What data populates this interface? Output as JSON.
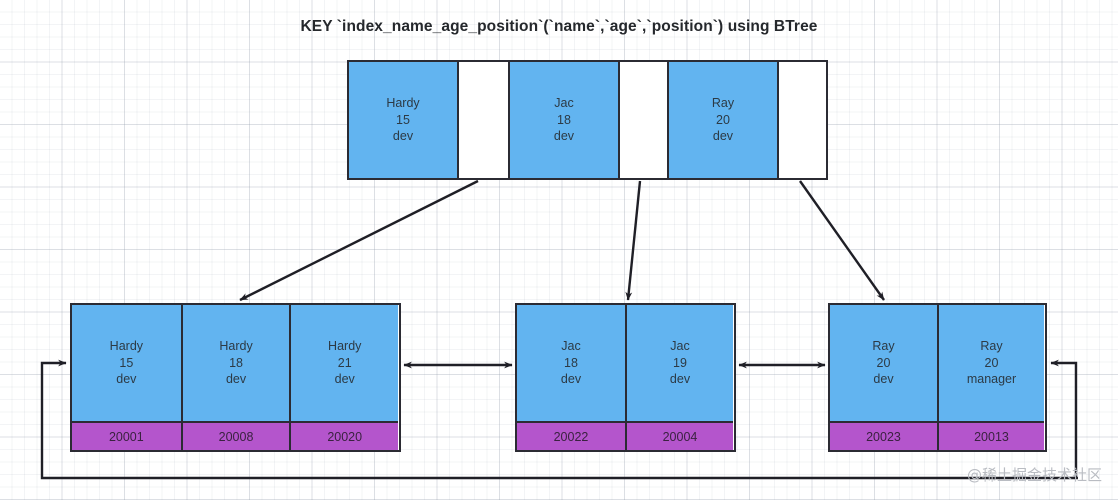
{
  "title": "KEY `index_name_age_position`(`name`,`age`,`position`) using BTree",
  "watermark": "@稀土掘金技术社区",
  "colors": {
    "key_fill": "#62b4f0",
    "pointer_fill": "#b455cc",
    "border": "#2b2b33",
    "empty_fill": "#ffffff"
  },
  "root": {
    "label": "root-node",
    "entries": [
      {
        "name": "Hardy",
        "age": "15",
        "position": "dev",
        "pointer": ""
      },
      {
        "name": "Jac",
        "age": "18",
        "position": "dev",
        "pointer": ""
      },
      {
        "name": "Ray",
        "age": "20",
        "position": "dev",
        "pointer": ""
      }
    ]
  },
  "leaves": [
    {
      "label": "leaf-node-hardy",
      "entries": [
        {
          "name": "Hardy",
          "age": "15",
          "position": "dev",
          "id": "20001"
        },
        {
          "name": "Hardy",
          "age": "18",
          "position": "dev",
          "id": "20008"
        },
        {
          "name": "Hardy",
          "age": "21",
          "position": "dev",
          "id": "20020"
        }
      ]
    },
    {
      "label": "leaf-node-jac",
      "entries": [
        {
          "name": "Jac",
          "age": "18",
          "position": "dev",
          "id": "20022"
        },
        {
          "name": "Jac",
          "age": "19",
          "position": "dev",
          "id": "20004"
        }
      ]
    },
    {
      "label": "leaf-node-ray",
      "entries": [
        {
          "name": "Ray",
          "age": "20",
          "position": "dev",
          "id": "20023"
        },
        {
          "name": "Ray",
          "age": "20",
          "position": "manager",
          "id": "20013"
        }
      ]
    }
  ]
}
